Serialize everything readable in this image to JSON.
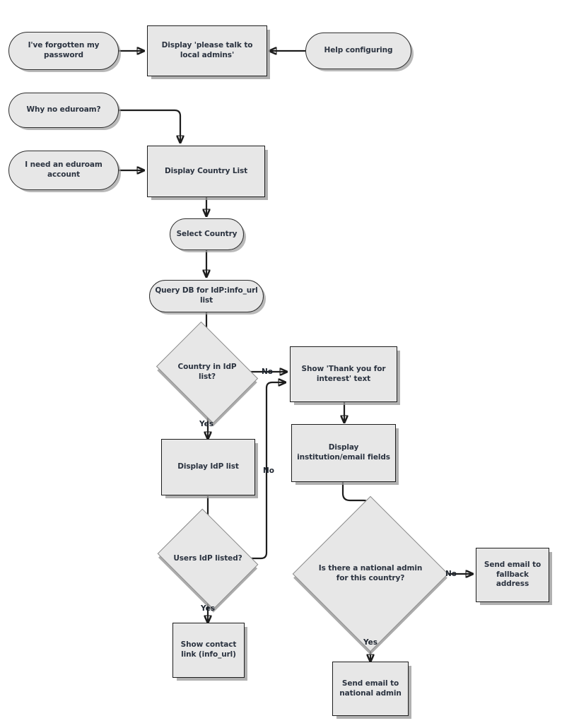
{
  "diagram": {
    "title": "eduroam support request flowchart",
    "colors": {
      "node_fill": "#e7e7e7",
      "node_border": "#1c1c1c",
      "diamond_border": "#8a8a8a",
      "text": "#2b3340",
      "connector": "#1d1d1d",
      "shadow": "#969696",
      "background": "#ffffff"
    },
    "nodes": [
      {
        "id": "forgotten_password",
        "shape": "stadium",
        "label": "I've forgotten my password"
      },
      {
        "id": "display_local_admins",
        "shape": "rect",
        "label": "Display 'please talk to local admins'"
      },
      {
        "id": "help_configuring",
        "shape": "stadium",
        "label": "Help configuring"
      },
      {
        "id": "why_no_eduroam",
        "shape": "stadium",
        "label": "Why no eduroam?"
      },
      {
        "id": "need_account",
        "shape": "stadium",
        "label": "I need an eduroam account"
      },
      {
        "id": "display_country_list",
        "shape": "rect",
        "label": "Display Country List"
      },
      {
        "id": "select_country",
        "shape": "stadium",
        "label": "Select Country"
      },
      {
        "id": "query_db",
        "shape": "stadium",
        "label": "Query DB for IdP:info_url list"
      },
      {
        "id": "country_in_idp_list",
        "shape": "diamond",
        "label": "Country in IdP list?"
      },
      {
        "id": "thank_you_text",
        "shape": "rect",
        "label": "Show 'Thank you for interest' text"
      },
      {
        "id": "display_idp_list",
        "shape": "rect",
        "label": "Display IdP list"
      },
      {
        "id": "institution_fields",
        "shape": "rect",
        "label": "Display institution/email fields"
      },
      {
        "id": "users_idp_listed",
        "shape": "diamond",
        "label": "Users IdP listed?"
      },
      {
        "id": "national_admin_q",
        "shape": "diamond",
        "label": "Is there a national admin for this country?"
      },
      {
        "id": "fallback_email",
        "shape": "rect",
        "label": "Send email to fallback address"
      },
      {
        "id": "contact_link",
        "shape": "rect",
        "label": "Show contact link (info_url)"
      },
      {
        "id": "national_admin_email",
        "shape": "rect",
        "label": "Send email to national admin"
      }
    ],
    "edge_labels": {
      "country_no": "No",
      "country_yes": "Yes",
      "users_no": "No",
      "users_yes": "Yes",
      "admin_no": "No",
      "admin_yes": "Yes"
    },
    "edges": [
      {
        "from": "forgotten_password",
        "to": "display_local_admins",
        "label": ""
      },
      {
        "from": "help_configuring",
        "to": "display_local_admins",
        "label": ""
      },
      {
        "from": "why_no_eduroam",
        "to": "display_country_list",
        "label": ""
      },
      {
        "from": "need_account",
        "to": "display_country_list",
        "label": ""
      },
      {
        "from": "display_country_list",
        "to": "select_country",
        "label": ""
      },
      {
        "from": "select_country",
        "to": "query_db",
        "label": ""
      },
      {
        "from": "query_db",
        "to": "country_in_idp_list",
        "label": ""
      },
      {
        "from": "country_in_idp_list",
        "to": "thank_you_text",
        "label": "No"
      },
      {
        "from": "country_in_idp_list",
        "to": "display_idp_list",
        "label": "Yes"
      },
      {
        "from": "thank_you_text",
        "to": "institution_fields",
        "label": ""
      },
      {
        "from": "display_idp_list",
        "to": "users_idp_listed",
        "label": ""
      },
      {
        "from": "users_idp_listed",
        "to": "thank_you_text",
        "label": "No"
      },
      {
        "from": "users_idp_listed",
        "to": "contact_link",
        "label": "Yes"
      },
      {
        "from": "institution_fields",
        "to": "national_admin_q",
        "label": ""
      },
      {
        "from": "national_admin_q",
        "to": "fallback_email",
        "label": "No"
      },
      {
        "from": "national_admin_q",
        "to": "national_admin_email",
        "label": "Yes"
      }
    ]
  }
}
